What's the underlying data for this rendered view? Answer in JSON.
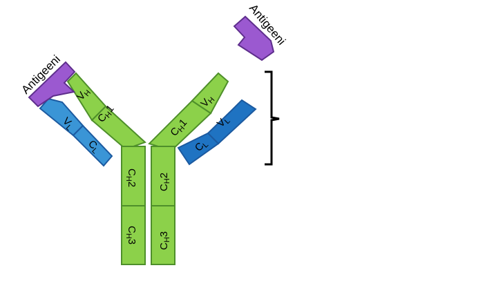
{
  "labels": {
    "antigen_left": "Antigeeni",
    "antigen_right": "Antigeeni"
  },
  "domains": {
    "left_vh": {
      "main": "V",
      "sub": "H"
    },
    "left_ch1": {
      "main": "C",
      "sub": "H",
      "num": "1"
    },
    "left_vl": {
      "main": "V",
      "sub": "L"
    },
    "left_cl": {
      "main": "C",
      "sub": "L"
    },
    "left_ch2": {
      "main": "C",
      "sub": "H",
      "num": "2"
    },
    "left_ch3": {
      "main": "C",
      "sub": "H",
      "num": "3"
    },
    "right_vh": {
      "main": "V",
      "sub": "H"
    },
    "right_ch1": {
      "main": "C",
      "sub": "H",
      "num": "1"
    },
    "right_vl": {
      "main": "V",
      "sub": "L"
    },
    "right_cl": {
      "main": "C",
      "sub": "L"
    },
    "right_ch2": {
      "main": "C",
      "sub": "H",
      "num": "2"
    },
    "right_ch3": {
      "main": "C",
      "sub": "H",
      "num": "3"
    }
  },
  "colors": {
    "heavy_chain": "#8cd14a",
    "heavy_chain_stroke": "#4e8f2a",
    "light_chain_left": "#3a95d6",
    "light_chain_right": "#1f73c2",
    "light_chain_stroke": "#1c5aa0",
    "antigen": "#9b59d0",
    "antigen_stroke": "#5e2e8c",
    "bracket": "#000000"
  }
}
